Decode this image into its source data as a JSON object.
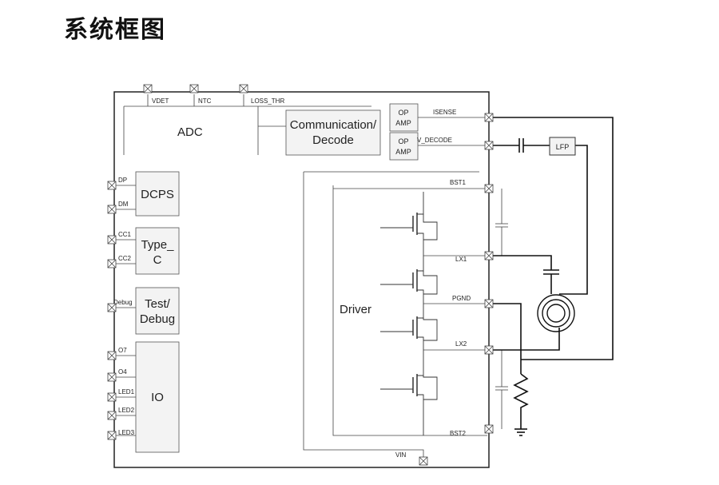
{
  "title": "系统框图",
  "blocks": {
    "adc": "ADC",
    "comm_line1": "Communication/",
    "comm_line2": "Decode",
    "opamp1_line1": "OP",
    "opamp1_line2": "AMP",
    "opamp2_line1": "OP",
    "opamp2_line2": "AMP",
    "dcps": "DCPS",
    "typec_line1": "Type_",
    "typec_line2": "C",
    "test_line1": "Test/",
    "test_line2": "Debug",
    "io": "IO",
    "driver": "Driver",
    "lfp": "LFP"
  },
  "pins": {
    "vdet": "VDET",
    "ntc": "NTC",
    "loss_thr": "LOSS_THR",
    "isense": "ISENSE",
    "v_decode": "V_DECODE",
    "bst1": "BST1",
    "lx1": "LX1",
    "pgnd": "PGND",
    "lx2": "LX2",
    "bst2": "BST2",
    "vin": "VIN",
    "dp": "DP",
    "dm": "DM",
    "cc1": "CC1",
    "cc2": "CC2",
    "debug": "Debug",
    "o7": "O7",
    "o4": "O4",
    "led1": "LED1",
    "led2": "LED2",
    "led3": "LED3"
  }
}
